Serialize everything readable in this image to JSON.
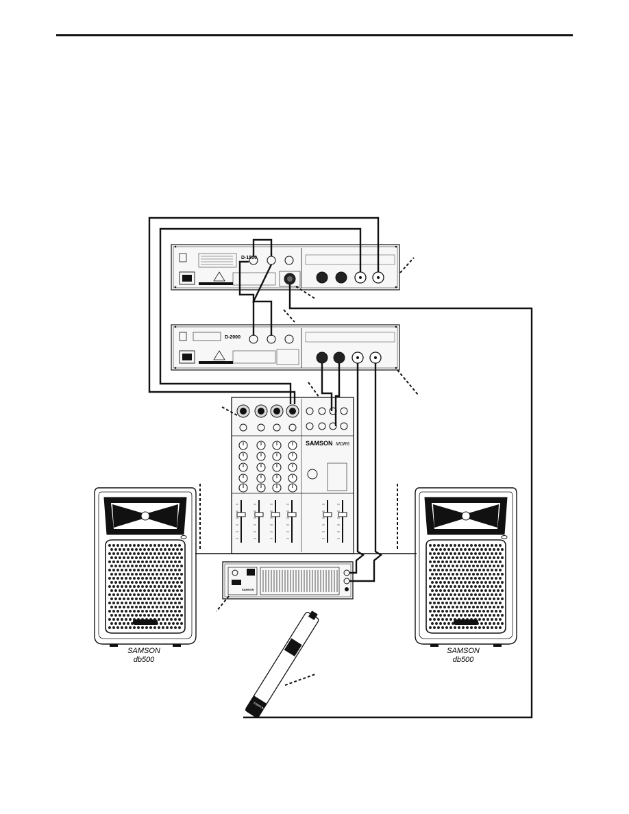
{
  "diagram": {
    "units": {
      "top_unit_model": "D-1500",
      "bottom_unit_model": "D-2000"
    },
    "mixer": {
      "brand": "SAMSON",
      "model": "MDR6"
    },
    "speakers": [
      {
        "brand": "SAMSON",
        "model": "db500"
      },
      {
        "brand": "SAMSON",
        "model": "db500"
      }
    ],
    "amplifier": {
      "brand": "SAMSON"
    },
    "microphone": {
      "brand": "SAMSON"
    },
    "colors": {
      "line": "#111111",
      "panel_fill": "#f4f4f4",
      "grille_dot": "#222222"
    }
  }
}
